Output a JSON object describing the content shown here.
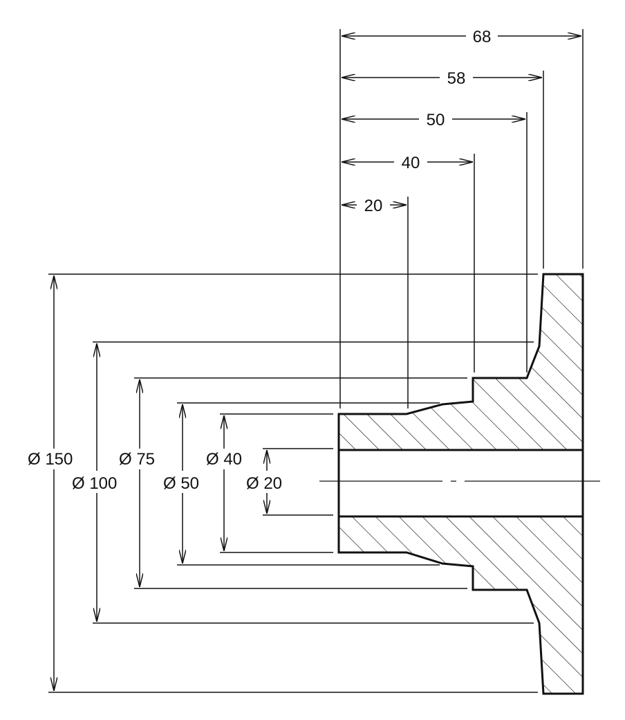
{
  "drawing": {
    "horizontal_dimensions": [
      {
        "id": "h68",
        "text": "68"
      },
      {
        "id": "h58",
        "text": "58"
      },
      {
        "id": "h50",
        "text": "50"
      },
      {
        "id": "h40",
        "text": "40"
      },
      {
        "id": "h20",
        "text": "20"
      }
    ],
    "diameter_dimensions": [
      {
        "id": "d150",
        "text": "Ø 150"
      },
      {
        "id": "d100",
        "text": "Ø 100"
      },
      {
        "id": "d75",
        "text": "Ø 75"
      },
      {
        "id": "d50",
        "text": "Ø 50"
      },
      {
        "id": "d40",
        "text": "Ø 40"
      },
      {
        "id": "d20",
        "text": "Ø 20"
      }
    ],
    "colors": {
      "ink": "#111111",
      "paper": "#ffffff"
    }
  }
}
